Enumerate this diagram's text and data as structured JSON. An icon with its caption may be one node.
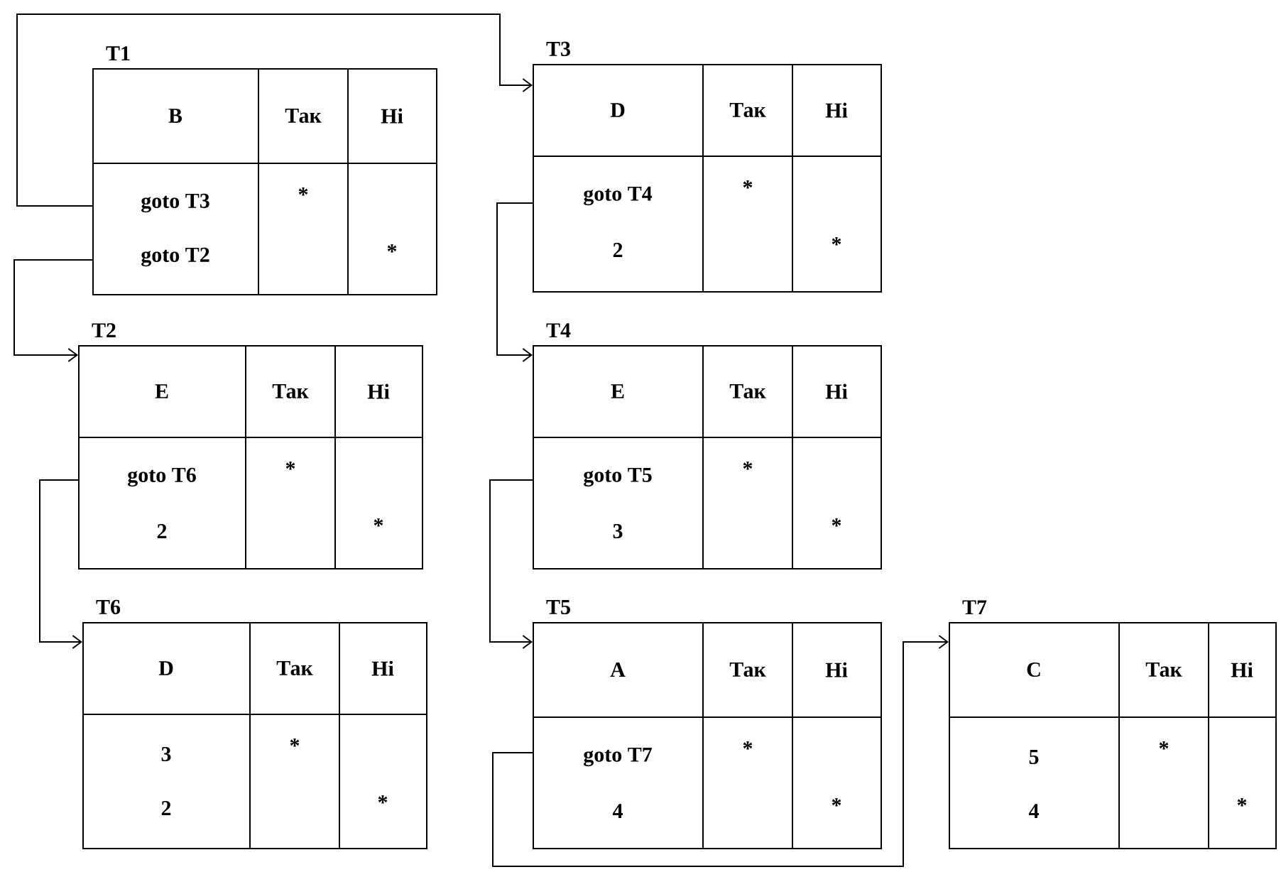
{
  "diagram": {
    "nodes": [
      {
        "text": [
          "T1",
          "B",
          "Так",
          "Ні",
          "goto T3",
          "goto T2",
          "*",
          "*"
        ]
      },
      {
        "text": [
          "T3",
          "D",
          "Так",
          "Ні",
          "goto T4",
          "2",
          "*",
          "*"
        ]
      },
      {
        "text": [
          "T2",
          "E",
          "Так",
          "Ні",
          "goto T6",
          "2",
          "*",
          "*"
        ]
      },
      {
        "text": [
          "T4",
          "E",
          "Так",
          "Ні",
          "goto T5",
          "3",
          "*",
          "*"
        ]
      },
      {
        "text": [
          "T6",
          "D",
          "Так",
          "Ні",
          "3",
          "2",
          "*",
          "*"
        ]
      },
      {
        "text": [
          "T5",
          "A",
          "Так",
          "Ні",
          "goto T7",
          "4",
          "*",
          "*"
        ]
      },
      {
        "text": [
          "T7",
          "C",
          "Так",
          "Ні",
          "5",
          "4",
          "*",
          "*"
        ]
      }
    ],
    "edges": [
      {
        "from": 0,
        "to": 1,
        "arrow": "to"
      },
      {
        "from": 0,
        "to": 2,
        "arrow": "to"
      },
      {
        "from": 2,
        "to": 4,
        "arrow": "to"
      },
      {
        "from": 1,
        "to": 3,
        "arrow": "to"
      },
      {
        "from": 3,
        "to": 5,
        "arrow": "to"
      },
      {
        "from": 5,
        "to": 6,
        "arrow": "to"
      }
    ]
  }
}
